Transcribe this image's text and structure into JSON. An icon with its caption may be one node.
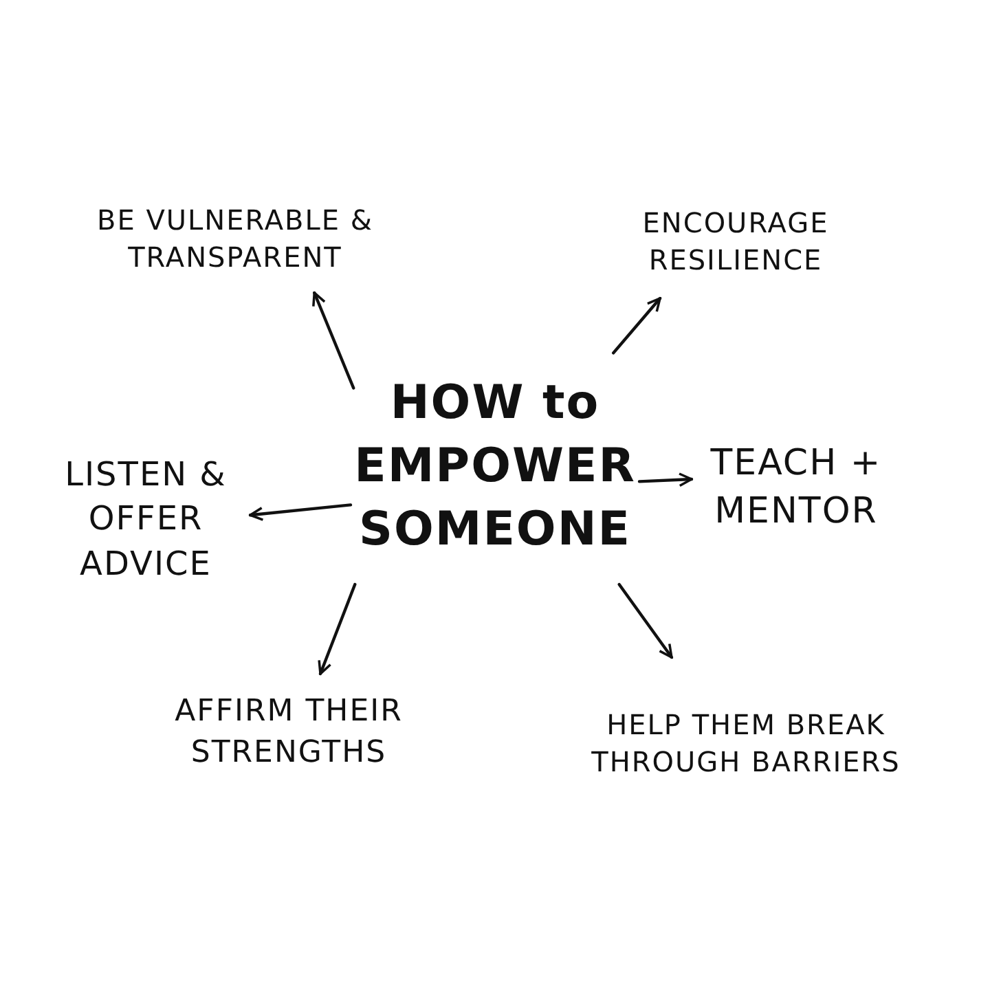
{
  "diagram": {
    "nodes": [
      {
        "text": [
          "HOW to EMPOWER SOMEONE"
        ]
      },
      {
        "text": [
          "BE VULNERABLE & TRANSPARENT"
        ]
      },
      {
        "text": [
          "ENCOURAGE RESILIENCE"
        ]
      },
      {
        "text": [
          "LISTEN & OFFER ADVICE"
        ]
      },
      {
        "text": [
          "TEACH + MENTOR"
        ]
      },
      {
        "text": [
          "AFFIRM THEIR STRENGTHS"
        ]
      },
      {
        "text": [
          "HELP THEM BREAK THROUGH BARRIERS"
        ]
      }
    ],
    "edges": [
      {
        "from": 0,
        "to": 1,
        "arrow": "to"
      },
      {
        "from": 0,
        "to": 2,
        "arrow": "to"
      },
      {
        "from": 0,
        "to": 3,
        "arrow": "to"
      },
      {
        "from": 0,
        "to": 4,
        "arrow": "to"
      },
      {
        "from": 0,
        "to": 5,
        "arrow": "to"
      },
      {
        "from": 0,
        "to": 6,
        "arrow": "to"
      }
    ]
  }
}
